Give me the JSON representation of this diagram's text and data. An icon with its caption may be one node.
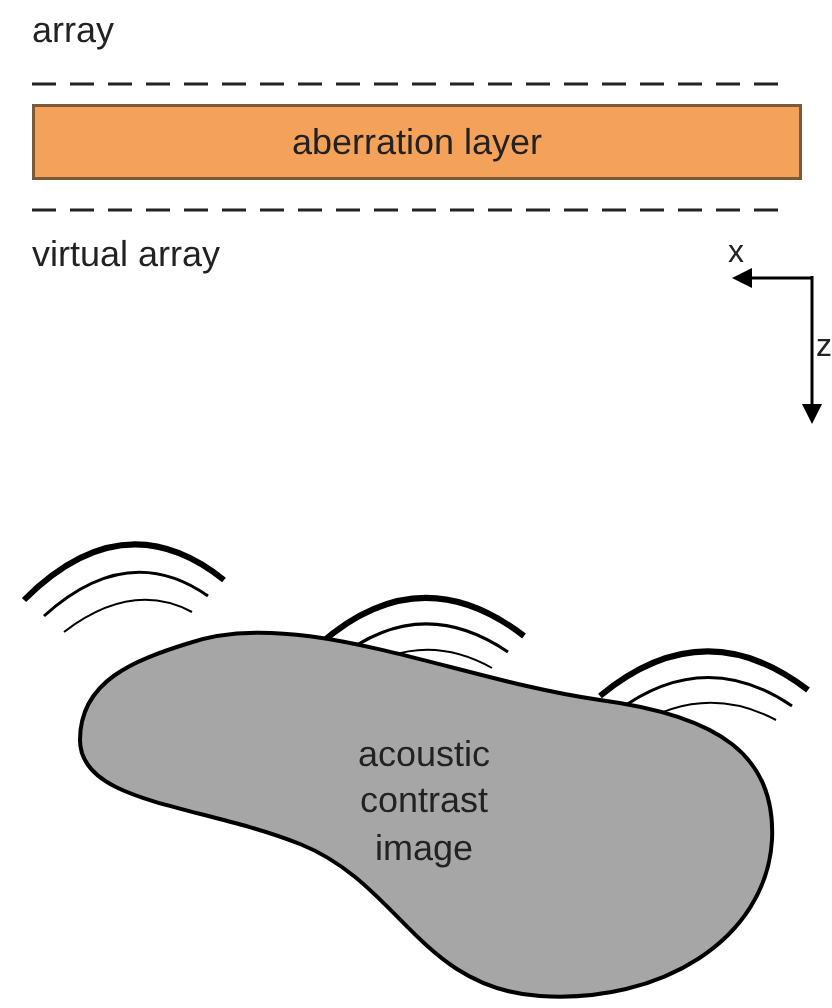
{
  "diagram": {
    "nodes": [
      {
        "text": [
          "aberration layer"
        ]
      },
      {
        "text": [
          "acoustic contrast image"
        ]
      }
    ],
    "labels": [
      "array",
      "virtual array",
      "x",
      "z"
    ]
  }
}
